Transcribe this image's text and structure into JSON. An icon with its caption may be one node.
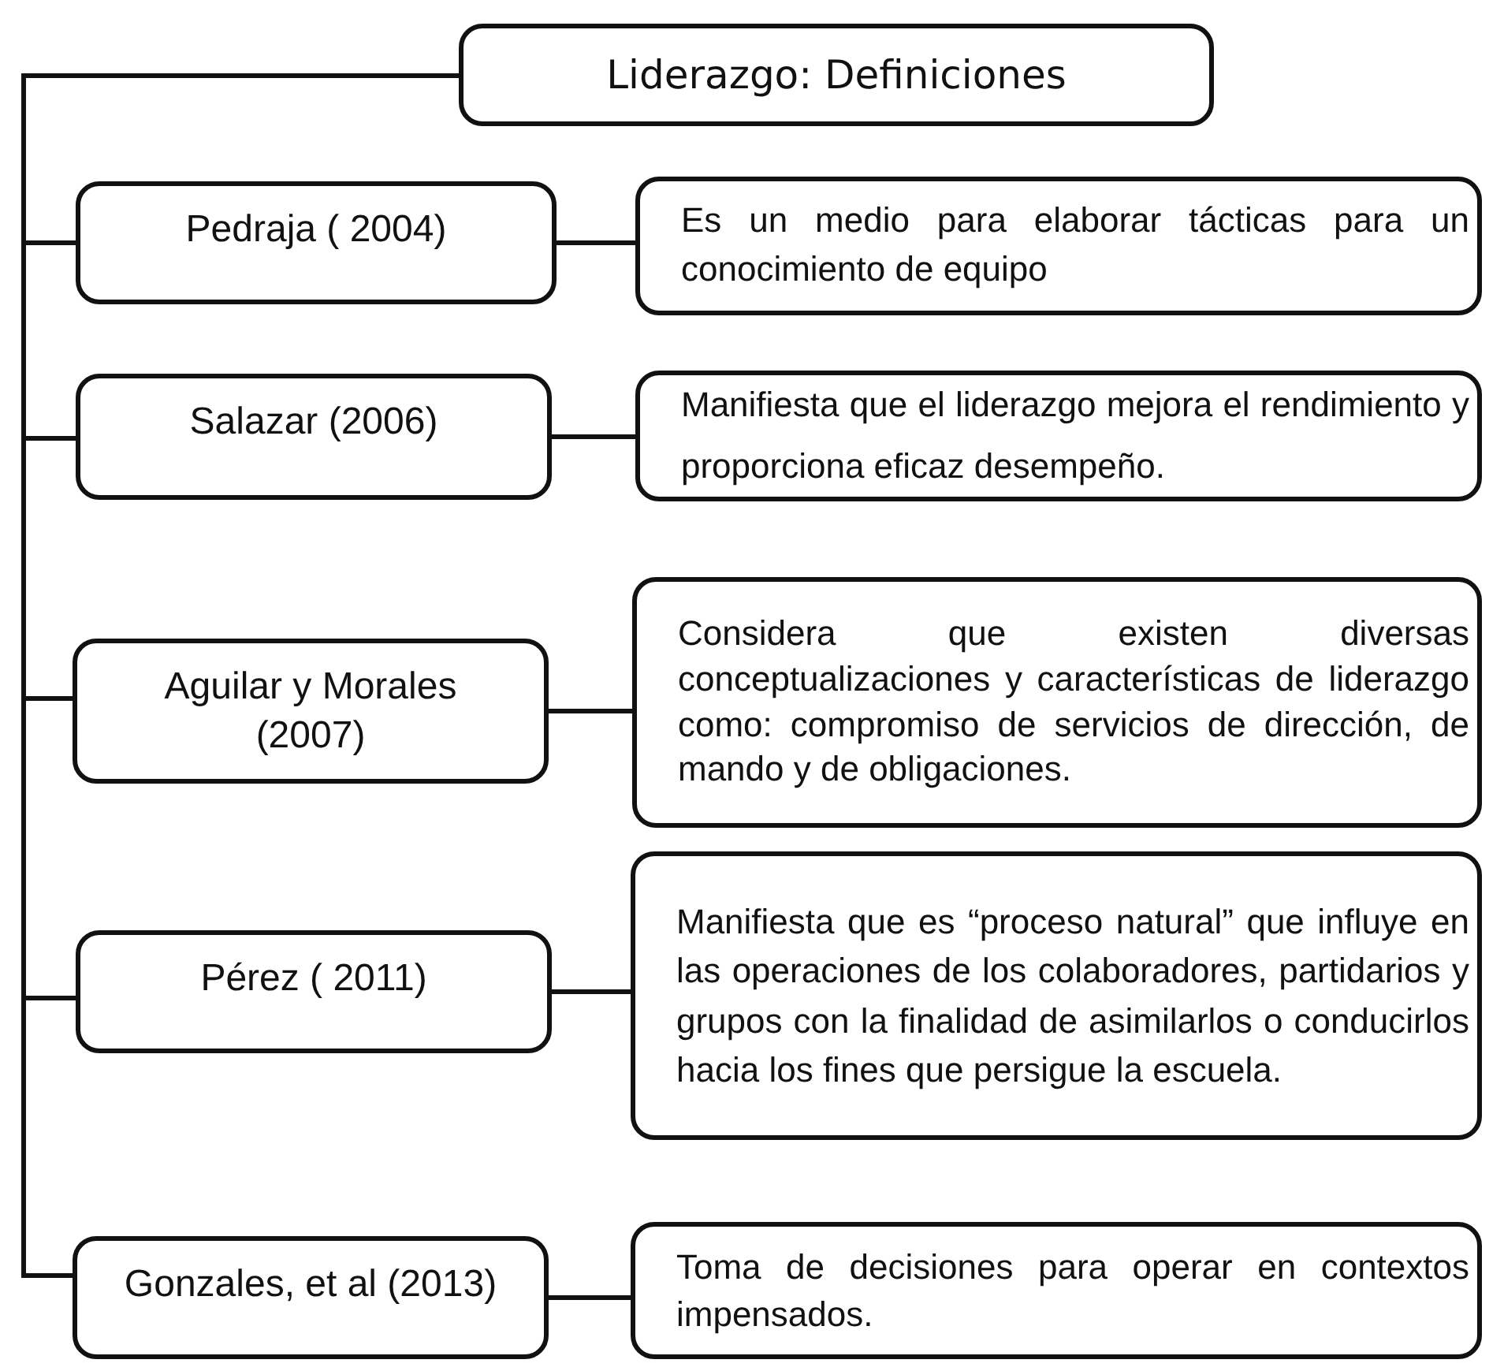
{
  "diagram": {
    "nodes": [
      {
        "text": [
          "Liderazgo: Definiciones"
        ]
      },
      {
        "text": [
          "Pedraja ( 2004)"
        ]
      },
      {
        "text": [
          "Es un medio para elaborar tácticas para un conocimiento de equipo"
        ]
      },
      {
        "text": [
          "Salazar (2006)"
        ]
      },
      {
        "text": [
          "Manifiesta que el liderazgo mejora el rendimiento y proporciona eficaz desempeño."
        ]
      },
      {
        "text": [
          "Aguilar y Morales (2007)"
        ]
      },
      {
        "text": [
          "Considera que existen diversas conceptualizaciones y características de liderazgo como: compromiso de servicios de dirección, de mando y de obligaciones."
        ]
      },
      {
        "text": [
          "Pérez ( 2011)"
        ]
      },
      {
        "text": [
          "Manifiesta que es “proceso natural” que influye en las operaciones de los colaboradores, partidarios y grupos con la finalidad de asimilarlos o conducirlos hacia los fines que persigue la escuela."
        ]
      },
      {
        "text": [
          "Gonzales, et al (2013)"
        ]
      },
      {
        "text": [
          "Toma de decisiones para operar en contextos impensados."
        ]
      }
    ],
    "edges": [
      {
        "from": 0,
        "to": 1,
        "arrow": "none"
      },
      {
        "from": 0,
        "to": 3,
        "arrow": "none"
      },
      {
        "from": 0,
        "to": 5,
        "arrow": "none"
      },
      {
        "from": 0,
        "to": 7,
        "arrow": "none"
      },
      {
        "from": 0,
        "to": 9,
        "arrow": "none"
      },
      {
        "from": 1,
        "to": 2,
        "arrow": "none"
      },
      {
        "from": 3,
        "to": 4,
        "arrow": "none"
      },
      {
        "from": 5,
        "to": 6,
        "arrow": "none"
      },
      {
        "from": 7,
        "to": 8,
        "arrow": "none"
      },
      {
        "from": 9,
        "to": 10,
        "arrow": "none"
      }
    ]
  }
}
